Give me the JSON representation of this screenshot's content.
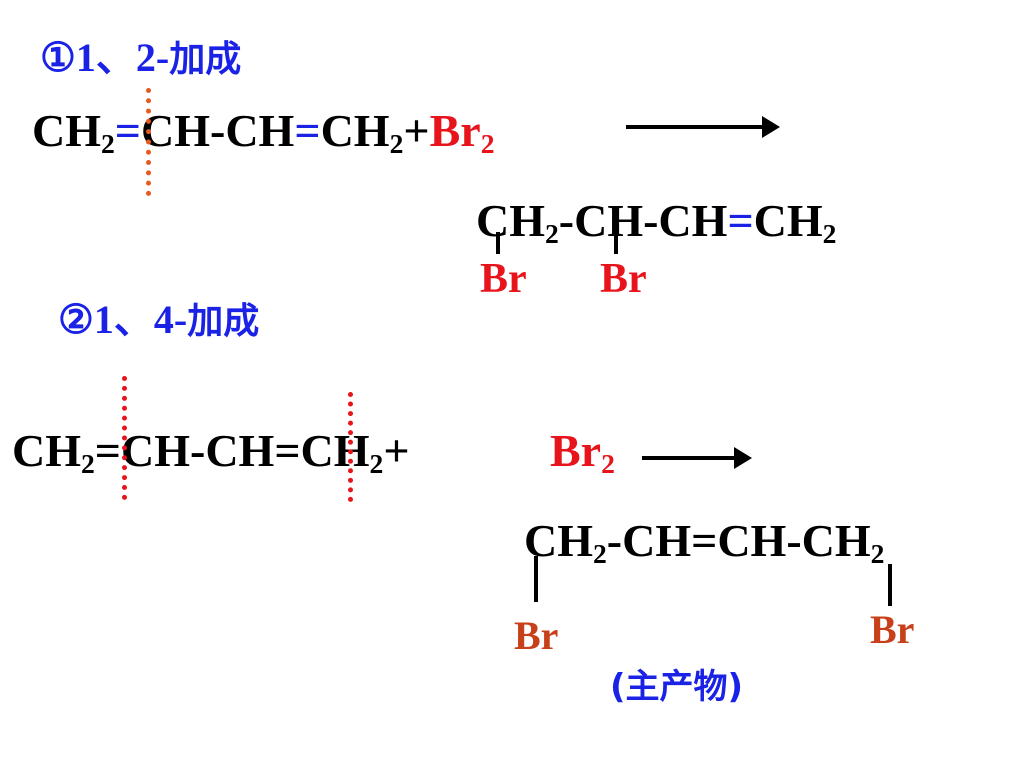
{
  "section1": {
    "label": "①1、2-",
    "label_cn": "加成",
    "reactant": {
      "ch2_a": "CH",
      "sub2_a": "2",
      "eq_a": "=",
      "mid": "CH-CH",
      "eq_b": "=",
      "ch2_b": "CH",
      "sub2_b": "2",
      "plus": "+",
      "br": "Br",
      "br_sub": "2"
    },
    "product": {
      "a": "CH",
      "a_sub": "2",
      "b": "-CH-CH",
      "eq": "=",
      "c": "CH",
      "c_sub": "2",
      "br1": "Br",
      "br2": "Br"
    }
  },
  "section2": {
    "label": "②1、4-",
    "label_cn": "加成",
    "reactant": {
      "ch2_a": "CH",
      "sub2_a": "2",
      "mid": "=CH-CH=",
      "ch2_b": "CH",
      "sub2_b": "2",
      "plus": "+",
      "br": "Br",
      "br_sub": "2"
    },
    "product": {
      "a": "CH",
      "a_sub": "2",
      "b": "-CH=CH-CH",
      "b_sub": "2",
      "br1": "Br",
      "br2": "Br"
    },
    "note": "(主产物)"
  },
  "colors": {
    "blue": "#1a22e6",
    "red": "#e8141c",
    "orange": "#c8401a"
  }
}
